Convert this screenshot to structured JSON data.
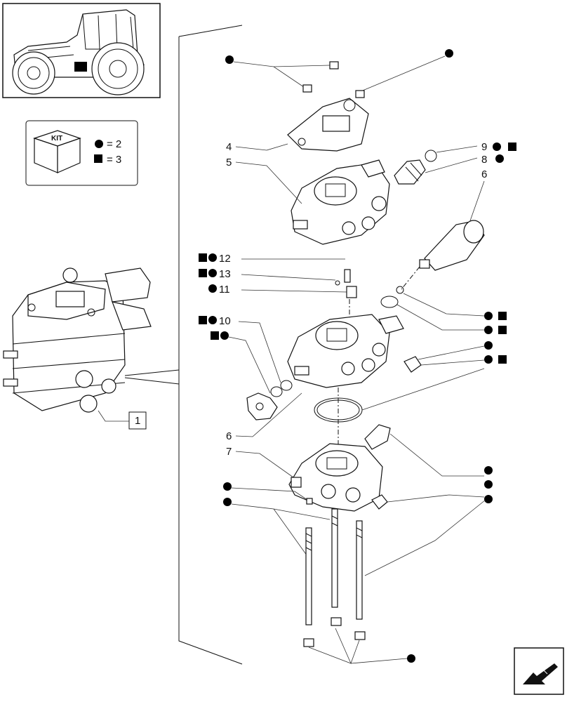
{
  "kit_legend": {
    "kit_label": "KIT",
    "circle_text": "= 2",
    "square_text": "= 3",
    "circle_icon": "filled-circle",
    "square_icon": "filled-square"
  },
  "callouts": {
    "c1": "1",
    "c4": "4",
    "c5": "5",
    "c6a": "6",
    "c6b": "6",
    "c7": "7",
    "c8": "8",
    "c9": "9",
    "c10": "10",
    "c11": "11",
    "c12": "12",
    "c13": "13"
  },
  "icons": {
    "thumbnail": "tractor-thumbnail",
    "nav": "next-page-arrow-icon"
  }
}
